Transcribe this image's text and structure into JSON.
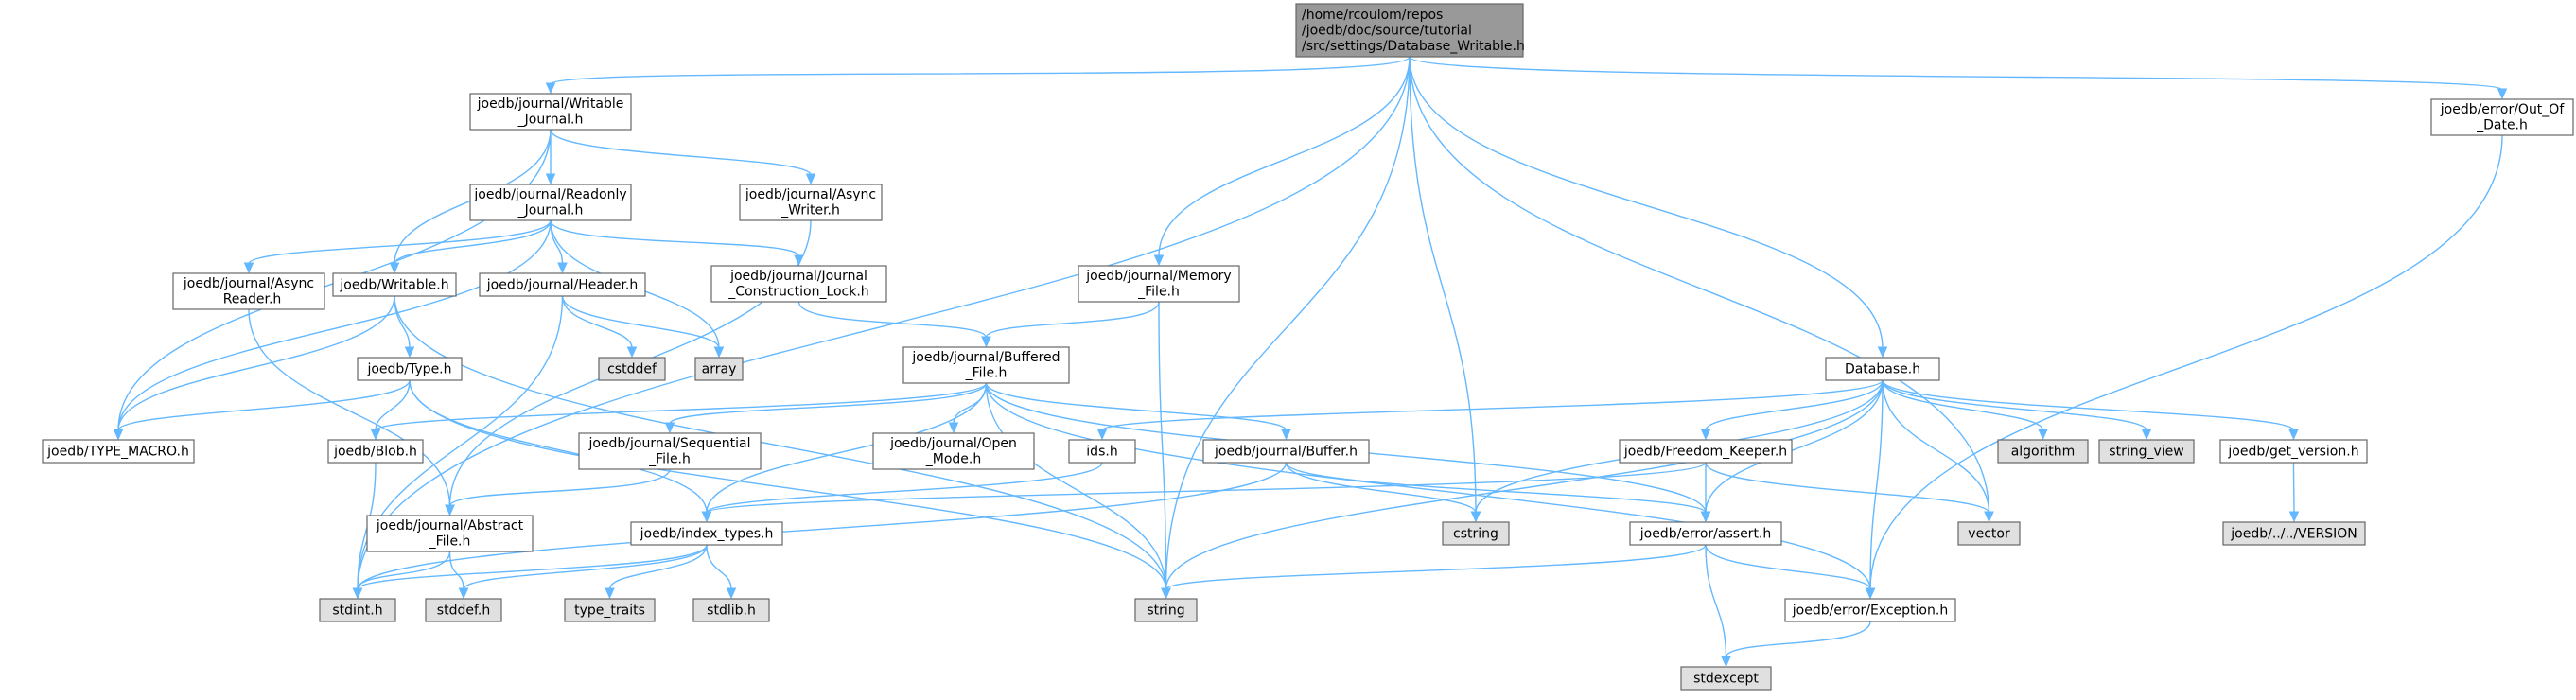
{
  "colors": {
    "root_fill": "#999999",
    "node_fill": "#ffffff",
    "system_fill": "#e0e0e0",
    "border": "#666666",
    "edge": "#63b8ff"
  },
  "nodes": [
    {
      "id": "root",
      "kind": "root",
      "lines": [
        "/home/rcoulom/repos",
        "/joedb/doc/source/tutorial",
        "/src/settings/Database_Writable.h"
      ]
    },
    {
      "id": "writable_journal",
      "kind": "local",
      "lines": [
        "joedb/journal/Writable",
        "_Journal.h"
      ]
    },
    {
      "id": "readonly_journal",
      "kind": "local",
      "lines": [
        "joedb/journal/Readonly",
        "_Journal.h"
      ]
    },
    {
      "id": "async_writer",
      "kind": "local",
      "lines": [
        "joedb/journal/Async",
        "_Writer.h"
      ]
    },
    {
      "id": "async_reader",
      "kind": "local",
      "lines": [
        "joedb/journal/Async",
        "_Reader.h"
      ]
    },
    {
      "id": "writable_h",
      "kind": "local",
      "lines": [
        "joedb/Writable.h"
      ]
    },
    {
      "id": "header_h",
      "kind": "local",
      "lines": [
        "joedb/journal/Header.h"
      ]
    },
    {
      "id": "journal_construction_lock",
      "kind": "local",
      "lines": [
        "joedb/journal/Journal",
        "_Construction_Lock.h"
      ]
    },
    {
      "id": "memory_file",
      "kind": "local",
      "lines": [
        "joedb/journal/Memory",
        "_File.h"
      ]
    },
    {
      "id": "buffered_file",
      "kind": "local",
      "lines": [
        "joedb/journal/Buffered",
        "_File.h"
      ]
    },
    {
      "id": "type_h",
      "kind": "local",
      "lines": [
        "joedb/Type.h"
      ]
    },
    {
      "id": "type_macro",
      "kind": "local",
      "lines": [
        "joedb/TYPE_MACRO.h"
      ]
    },
    {
      "id": "blob_h",
      "kind": "local",
      "lines": [
        "joedb/Blob.h"
      ]
    },
    {
      "id": "sequential_file",
      "kind": "local",
      "lines": [
        "joedb/journal/Sequential",
        "_File.h"
      ]
    },
    {
      "id": "open_mode",
      "kind": "local",
      "lines": [
        "joedb/journal/Open",
        "_Mode.h"
      ]
    },
    {
      "id": "ids_h",
      "kind": "local",
      "lines": [
        "ids.h"
      ]
    },
    {
      "id": "buffer_h",
      "kind": "local",
      "lines": [
        "joedb/journal/Buffer.h"
      ]
    },
    {
      "id": "abstract_file",
      "kind": "local",
      "lines": [
        "joedb/journal/Abstract",
        "_File.h"
      ]
    },
    {
      "id": "index_types",
      "kind": "local",
      "lines": [
        "joedb/index_types.h"
      ]
    },
    {
      "id": "database_h",
      "kind": "local",
      "lines": [
        "Database.h"
      ]
    },
    {
      "id": "freedom_keeper",
      "kind": "local",
      "lines": [
        "joedb/Freedom_Keeper.h"
      ]
    },
    {
      "id": "get_version",
      "kind": "local",
      "lines": [
        "joedb/get_version.h"
      ]
    },
    {
      "id": "error_assert",
      "kind": "local",
      "lines": [
        "joedb/error/assert.h"
      ]
    },
    {
      "id": "error_exception",
      "kind": "local",
      "lines": [
        "joedb/error/Exception.h"
      ]
    },
    {
      "id": "error_out_of_date",
      "kind": "local",
      "lines": [
        "joedb/error/Out_Of",
        "_Date.h"
      ]
    },
    {
      "id": "version_file",
      "kind": "system",
      "lines": [
        "joedb/../../VERSION"
      ]
    },
    {
      "id": "cstddef",
      "kind": "system",
      "lines": [
        "cstddef"
      ]
    },
    {
      "id": "array",
      "kind": "system",
      "lines": [
        "array"
      ]
    },
    {
      "id": "algorithm",
      "kind": "system",
      "lines": [
        "algorithm"
      ]
    },
    {
      "id": "string_view",
      "kind": "system",
      "lines": [
        "string_view"
      ]
    },
    {
      "id": "cstring",
      "kind": "system",
      "lines": [
        "cstring"
      ]
    },
    {
      "id": "vector",
      "kind": "system",
      "lines": [
        "vector"
      ]
    },
    {
      "id": "stdint_h",
      "kind": "system",
      "lines": [
        "stdint.h"
      ]
    },
    {
      "id": "stddef_h",
      "kind": "system",
      "lines": [
        "stddef.h"
      ]
    },
    {
      "id": "type_traits",
      "kind": "system",
      "lines": [
        "type_traits"
      ]
    },
    {
      "id": "stdlib_h",
      "kind": "system",
      "lines": [
        "stdlib.h"
      ]
    },
    {
      "id": "string",
      "kind": "system",
      "lines": [
        "string"
      ]
    },
    {
      "id": "stdexcept",
      "kind": "system",
      "lines": [
        "stdexcept"
      ]
    }
  ],
  "edges": [
    [
      "root",
      "writable_journal"
    ],
    [
      "root",
      "memory_file"
    ],
    [
      "root",
      "database_h"
    ],
    [
      "root",
      "error_out_of_date"
    ],
    [
      "root",
      "stdint_h"
    ],
    [
      "root",
      "string"
    ],
    [
      "root",
      "cstring"
    ],
    [
      "root",
      "vector"
    ],
    [
      "writable_journal",
      "readonly_journal"
    ],
    [
      "writable_journal",
      "async_writer"
    ],
    [
      "writable_journal",
      "writable_h"
    ],
    [
      "writable_journal",
      "type_macro"
    ],
    [
      "readonly_journal",
      "async_reader"
    ],
    [
      "readonly_journal",
      "writable_h"
    ],
    [
      "readonly_journal",
      "header_h"
    ],
    [
      "readonly_journal",
      "journal_construction_lock"
    ],
    [
      "readonly_journal",
      "array"
    ],
    [
      "readonly_journal",
      "type_macro"
    ],
    [
      "async_writer",
      "abstract_file"
    ],
    [
      "async_reader",
      "abstract_file"
    ],
    [
      "writable_h",
      "type_h"
    ],
    [
      "writable_h",
      "type_macro"
    ],
    [
      "writable_h",
      "string"
    ],
    [
      "header_h",
      "cstddef"
    ],
    [
      "header_h",
      "array"
    ],
    [
      "header_h",
      "stdint_h"
    ],
    [
      "journal_construction_lock",
      "buffered_file"
    ],
    [
      "memory_file",
      "buffered_file"
    ],
    [
      "memory_file",
      "string"
    ],
    [
      "buffered_file",
      "blob_h"
    ],
    [
      "buffered_file",
      "sequential_file"
    ],
    [
      "buffered_file",
      "open_mode"
    ],
    [
      "buffered_file",
      "buffer_h"
    ],
    [
      "buffered_file",
      "index_types"
    ],
    [
      "buffered_file",
      "string"
    ],
    [
      "buffered_file",
      "error_assert"
    ],
    [
      "buffered_file",
      "error_exception"
    ],
    [
      "type_h",
      "type_macro"
    ],
    [
      "type_h",
      "blob_h"
    ],
    [
      "type_h",
      "index_types"
    ],
    [
      "type_h",
      "string"
    ],
    [
      "blob_h",
      "stdint_h"
    ],
    [
      "sequential_file",
      "abstract_file"
    ],
    [
      "ids_h",
      "index_types"
    ],
    [
      "buffer_h",
      "stdint_h"
    ],
    [
      "buffer_h",
      "cstring"
    ],
    [
      "buffer_h",
      "error_assert"
    ],
    [
      "abstract_file",
      "stdint_h"
    ],
    [
      "abstract_file",
      "stddef_h"
    ],
    [
      "index_types",
      "stdint_h"
    ],
    [
      "index_types",
      "stddef_h"
    ],
    [
      "index_types",
      "type_traits"
    ],
    [
      "index_types",
      "stdlib_h"
    ],
    [
      "database_h",
      "ids_h"
    ],
    [
      "database_h",
      "freedom_keeper"
    ],
    [
      "database_h",
      "get_version"
    ],
    [
      "database_h",
      "algorithm"
    ],
    [
      "database_h",
      "string_view"
    ],
    [
      "database_h",
      "vector"
    ],
    [
      "database_h",
      "cstring"
    ],
    [
      "database_h",
      "string"
    ],
    [
      "database_h",
      "error_assert"
    ],
    [
      "database_h",
      "error_exception"
    ],
    [
      "freedom_keeper",
      "index_types"
    ],
    [
      "freedom_keeper",
      "error_assert"
    ],
    [
      "freedom_keeper",
      "vector"
    ],
    [
      "get_version",
      "version_file"
    ],
    [
      "error_assert",
      "error_exception"
    ],
    [
      "error_assert",
      "stdexcept"
    ],
    [
      "error_assert",
      "string"
    ],
    [
      "error_exception",
      "stdexcept"
    ],
    [
      "error_out_of_date",
      "error_exception"
    ]
  ]
}
